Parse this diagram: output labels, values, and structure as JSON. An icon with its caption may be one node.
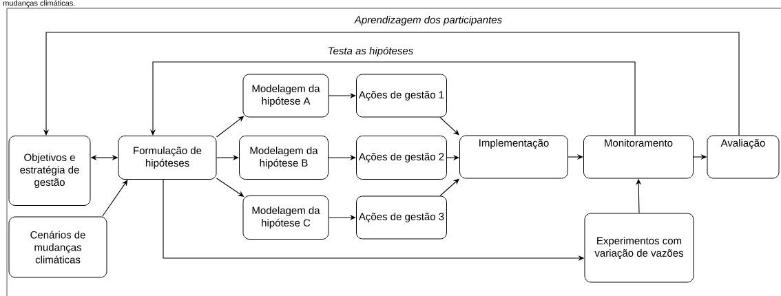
{
  "diagram": {
    "nodes": [
      {
        "text": [
          "Objetivos e estratégia de gestão"
        ]
      },
      {
        "text": [
          "Cenários de mudanças climáticas"
        ]
      },
      {
        "text": [
          "Formulação de hipóteses"
        ]
      },
      {
        "text": [
          "Modelagem da hipótese A"
        ]
      },
      {
        "text": [
          "Modelagem da hipótese B"
        ]
      },
      {
        "text": [
          "Modelagem da hipótese C"
        ]
      },
      {
        "text": [
          "Ações de gestão 1"
        ]
      },
      {
        "text": [
          "Ações de gestão 2"
        ]
      },
      {
        "text": [
          "Ações de gestão 3"
        ]
      },
      {
        "text": [
          "Implementação"
        ]
      },
      {
        "text": [
          "Monitoramento"
        ]
      },
      {
        "text": [
          "Avaliação"
        ]
      },
      {
        "text": [
          "Experimentos com variação de vazões"
        ]
      }
    ],
    "edges": [
      {
        "from": 0,
        "to": 2,
        "arrow": "both"
      },
      {
        "from": 1,
        "to": 2,
        "arrow": "to"
      },
      {
        "from": 2,
        "to": 3,
        "arrow": "to"
      },
      {
        "from": 2,
        "to": 4,
        "arrow": "to"
      },
      {
        "from": 2,
        "to": 5,
        "arrow": "to"
      },
      {
        "from": 3,
        "to": 6,
        "arrow": "to"
      },
      {
        "from": 4,
        "to": 7,
        "arrow": "to"
      },
      {
        "from": 5,
        "to": 8,
        "arrow": "to"
      },
      {
        "from": 6,
        "to": 9,
        "arrow": "to"
      },
      {
        "from": 7,
        "to": 9,
        "arrow": "to"
      },
      {
        "from": 8,
        "to": 9,
        "arrow": "to"
      },
      {
        "from": 9,
        "to": 10,
        "arrow": "to"
      },
      {
        "from": 10,
        "to": 11,
        "arrow": "to"
      },
      {
        "from": 12,
        "to": 10,
        "arrow": "to"
      },
      {
        "from": 2,
        "to": 12,
        "arrow": "to"
      },
      {
        "from": 10,
        "to": 2,
        "arrow": "to",
        "label": "Testa as hipóteses"
      },
      {
        "from": 11,
        "to": 0,
        "arrow": "to",
        "label": "Aprendizagem dos participantes"
      }
    ],
    "labels": [
      "mudanças climáticas."
    ]
  }
}
